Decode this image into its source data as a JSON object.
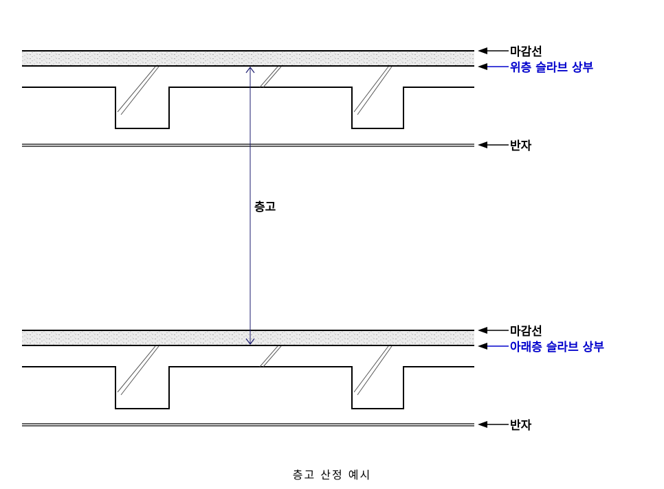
{
  "upper": {
    "finish_label": "마감선",
    "slab_top_label": "위층 슬라브 상부",
    "ceiling_label": "반자"
  },
  "lower": {
    "finish_label": "마감선",
    "slab_top_label": "아래층 슬라브 상부",
    "ceiling_label": "반자"
  },
  "dimension_label": "층고",
  "caption": "층고 산정 예시",
  "colors": {
    "line": "#000000",
    "slab_top_label": "#0000cc",
    "dimension_line": "#1a1a6e",
    "screed_fill": "#ececec"
  }
}
